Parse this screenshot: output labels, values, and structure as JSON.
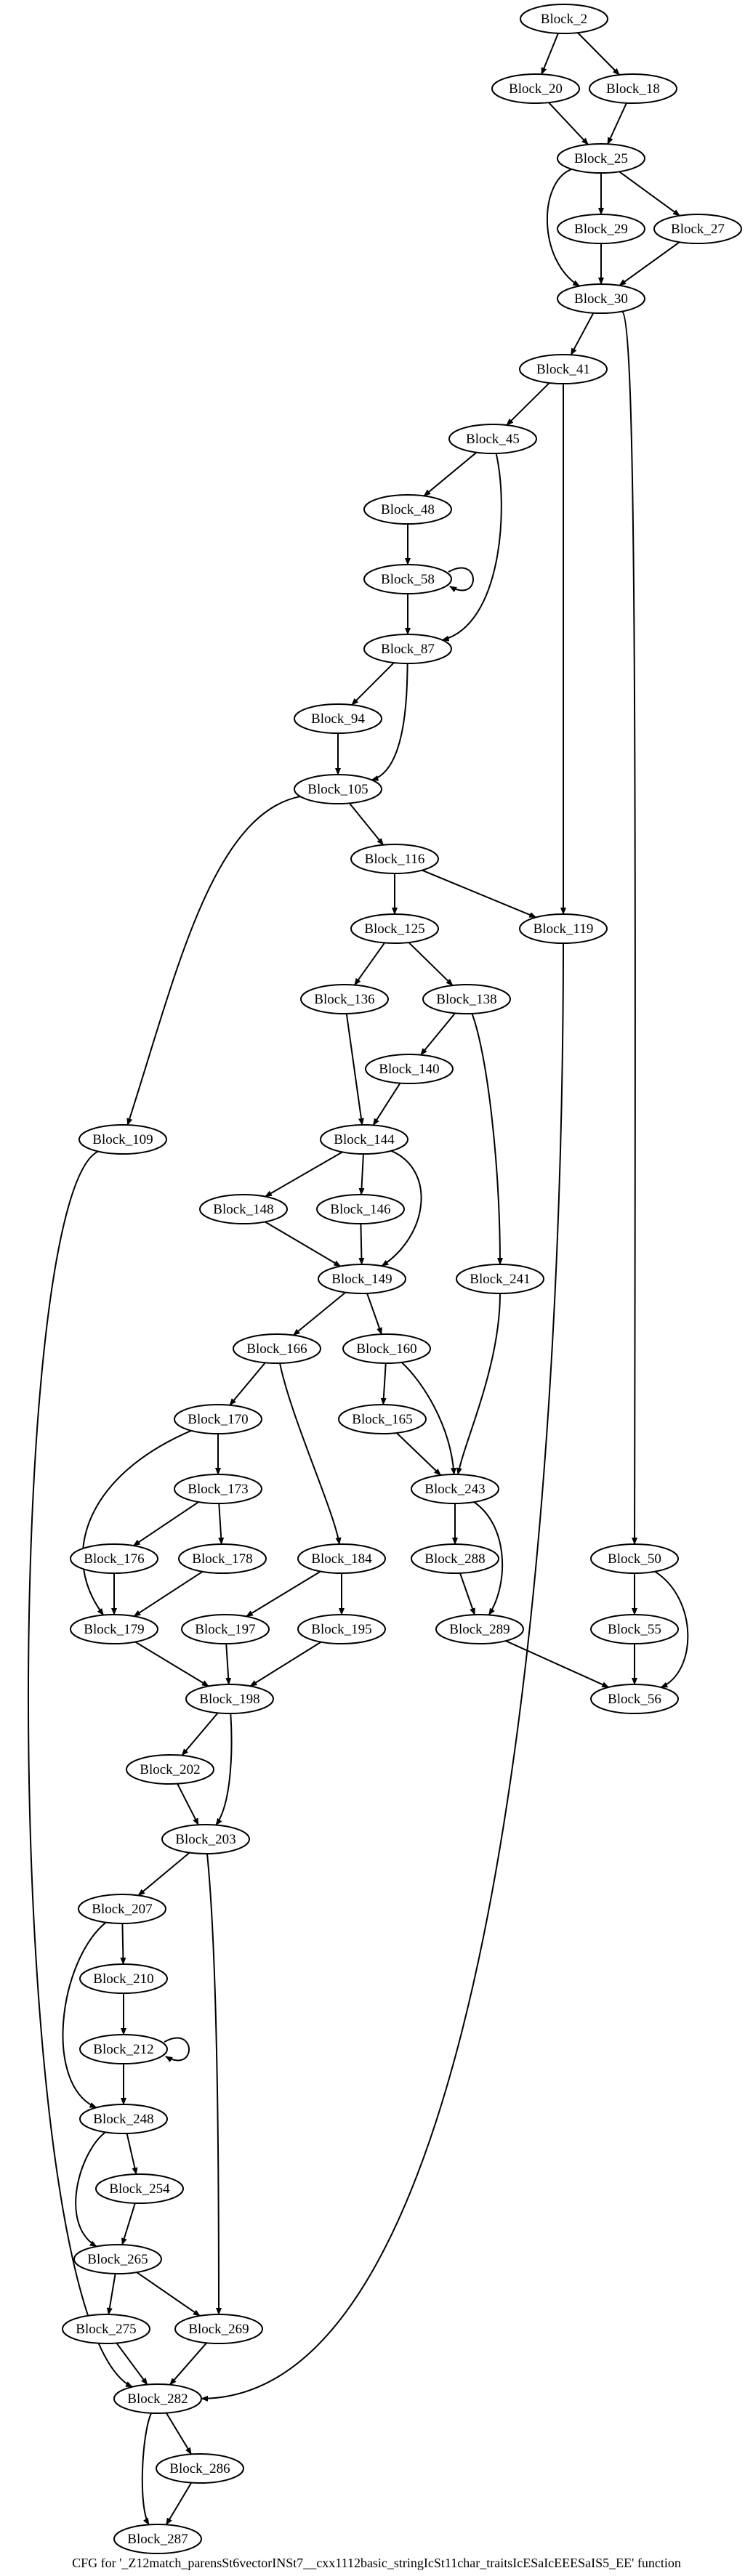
{
  "graph": {
    "caption": "CFG for '_Z12match_parensSt6vectorINSt7__cxx1112basic_stringIcSt11char_traitsIcESaIcEEESaIS5_EE' function",
    "nodes": [
      {
        "id": "2",
        "label": "Block_2"
      },
      {
        "id": "20",
        "label": "Block_20"
      },
      {
        "id": "18",
        "label": "Block_18"
      },
      {
        "id": "25",
        "label": "Block_25"
      },
      {
        "id": "29",
        "label": "Block_29"
      },
      {
        "id": "27",
        "label": "Block_27"
      },
      {
        "id": "30",
        "label": "Block_30"
      },
      {
        "id": "41",
        "label": "Block_41"
      },
      {
        "id": "45",
        "label": "Block_45"
      },
      {
        "id": "48",
        "label": "Block_48"
      },
      {
        "id": "58",
        "label": "Block_58"
      },
      {
        "id": "87",
        "label": "Block_87"
      },
      {
        "id": "94",
        "label": "Block_94"
      },
      {
        "id": "105",
        "label": "Block_105"
      },
      {
        "id": "116",
        "label": "Block_116"
      },
      {
        "id": "125",
        "label": "Block_125"
      },
      {
        "id": "119",
        "label": "Block_119"
      },
      {
        "id": "136",
        "label": "Block_136"
      },
      {
        "id": "138",
        "label": "Block_138"
      },
      {
        "id": "140",
        "label": "Block_140"
      },
      {
        "id": "109",
        "label": "Block_109"
      },
      {
        "id": "144",
        "label": "Block_144"
      },
      {
        "id": "148",
        "label": "Block_148"
      },
      {
        "id": "146",
        "label": "Block_146"
      },
      {
        "id": "149",
        "label": "Block_149"
      },
      {
        "id": "241",
        "label": "Block_241"
      },
      {
        "id": "166",
        "label": "Block_166"
      },
      {
        "id": "160",
        "label": "Block_160"
      },
      {
        "id": "170",
        "label": "Block_170"
      },
      {
        "id": "165",
        "label": "Block_165"
      },
      {
        "id": "173",
        "label": "Block_173"
      },
      {
        "id": "243",
        "label": "Block_243"
      },
      {
        "id": "176",
        "label": "Block_176"
      },
      {
        "id": "178",
        "label": "Block_178"
      },
      {
        "id": "184",
        "label": "Block_184"
      },
      {
        "id": "288",
        "label": "Block_288"
      },
      {
        "id": "50",
        "label": "Block_50"
      },
      {
        "id": "179",
        "label": "Block_179"
      },
      {
        "id": "197",
        "label": "Block_197"
      },
      {
        "id": "195",
        "label": "Block_195"
      },
      {
        "id": "289",
        "label": "Block_289"
      },
      {
        "id": "55",
        "label": "Block_55"
      },
      {
        "id": "198",
        "label": "Block_198"
      },
      {
        "id": "56",
        "label": "Block_56"
      },
      {
        "id": "202",
        "label": "Block_202"
      },
      {
        "id": "203",
        "label": "Block_203"
      },
      {
        "id": "207",
        "label": "Block_207"
      },
      {
        "id": "210",
        "label": "Block_210"
      },
      {
        "id": "212",
        "label": "Block_212"
      },
      {
        "id": "248",
        "label": "Block_248"
      },
      {
        "id": "254",
        "label": "Block_254"
      },
      {
        "id": "265",
        "label": "Block_265"
      },
      {
        "id": "275",
        "label": "Block_275"
      },
      {
        "id": "269",
        "label": "Block_269"
      },
      {
        "id": "282",
        "label": "Block_282"
      },
      {
        "id": "286",
        "label": "Block_286"
      },
      {
        "id": "287",
        "label": "Block_287"
      }
    ],
    "edges": [
      {
        "from": "2",
        "to": "20"
      },
      {
        "from": "2",
        "to": "18"
      },
      {
        "from": "20",
        "to": "25"
      },
      {
        "from": "18",
        "to": "25"
      },
      {
        "from": "25",
        "to": "30"
      },
      {
        "from": "25",
        "to": "29"
      },
      {
        "from": "25",
        "to": "27"
      },
      {
        "from": "29",
        "to": "30"
      },
      {
        "from": "27",
        "to": "30"
      },
      {
        "from": "30",
        "to": "41"
      },
      {
        "from": "30",
        "to": "50"
      },
      {
        "from": "41",
        "to": "45"
      },
      {
        "from": "41",
        "to": "119"
      },
      {
        "from": "45",
        "to": "48"
      },
      {
        "from": "45",
        "to": "87"
      },
      {
        "from": "48",
        "to": "58"
      },
      {
        "from": "58",
        "to": "58"
      },
      {
        "from": "58",
        "to": "87"
      },
      {
        "from": "87",
        "to": "94"
      },
      {
        "from": "87",
        "to": "105"
      },
      {
        "from": "94",
        "to": "105"
      },
      {
        "from": "105",
        "to": "116"
      },
      {
        "from": "105",
        "to": "109"
      },
      {
        "from": "116",
        "to": "125"
      },
      {
        "from": "116",
        "to": "119"
      },
      {
        "from": "119",
        "to": "282"
      },
      {
        "from": "125",
        "to": "136"
      },
      {
        "from": "125",
        "to": "138"
      },
      {
        "from": "136",
        "to": "144"
      },
      {
        "from": "138",
        "to": "140"
      },
      {
        "from": "138",
        "to": "241"
      },
      {
        "from": "140",
        "to": "144"
      },
      {
        "from": "109",
        "to": "282"
      },
      {
        "from": "144",
        "to": "148"
      },
      {
        "from": "144",
        "to": "146"
      },
      {
        "from": "144",
        "to": "149"
      },
      {
        "from": "148",
        "to": "149"
      },
      {
        "from": "146",
        "to": "149"
      },
      {
        "from": "149",
        "to": "166"
      },
      {
        "from": "149",
        "to": "160"
      },
      {
        "from": "241",
        "to": "243"
      },
      {
        "from": "166",
        "to": "170"
      },
      {
        "from": "166",
        "to": "184"
      },
      {
        "from": "160",
        "to": "165"
      },
      {
        "from": "160",
        "to": "243"
      },
      {
        "from": "165",
        "to": "243"
      },
      {
        "from": "170",
        "to": "179"
      },
      {
        "from": "170",
        "to": "173"
      },
      {
        "from": "173",
        "to": "176"
      },
      {
        "from": "173",
        "to": "178"
      },
      {
        "from": "176",
        "to": "179"
      },
      {
        "from": "178",
        "to": "179"
      },
      {
        "from": "184",
        "to": "197"
      },
      {
        "from": "184",
        "to": "195"
      },
      {
        "from": "243",
        "to": "288"
      },
      {
        "from": "243",
        "to": "289"
      },
      {
        "from": "288",
        "to": "289"
      },
      {
        "from": "289",
        "to": "56"
      },
      {
        "from": "50",
        "to": "55"
      },
      {
        "from": "50",
        "to": "56"
      },
      {
        "from": "55",
        "to": "56"
      },
      {
        "from": "179",
        "to": "198"
      },
      {
        "from": "197",
        "to": "198"
      },
      {
        "from": "195",
        "to": "198"
      },
      {
        "from": "198",
        "to": "202"
      },
      {
        "from": "198",
        "to": "203"
      },
      {
        "from": "202",
        "to": "203"
      },
      {
        "from": "203",
        "to": "207"
      },
      {
        "from": "203",
        "to": "269"
      },
      {
        "from": "207",
        "to": "210"
      },
      {
        "from": "207",
        "to": "248"
      },
      {
        "from": "210",
        "to": "212"
      },
      {
        "from": "212",
        "to": "212"
      },
      {
        "from": "212",
        "to": "248"
      },
      {
        "from": "248",
        "to": "254"
      },
      {
        "from": "248",
        "to": "265"
      },
      {
        "from": "254",
        "to": "265"
      },
      {
        "from": "265",
        "to": "275"
      },
      {
        "from": "265",
        "to": "269"
      },
      {
        "from": "275",
        "to": "282"
      },
      {
        "from": "269",
        "to": "282"
      },
      {
        "from": "282",
        "to": "286"
      },
      {
        "from": "282",
        "to": "287"
      },
      {
        "from": "286",
        "to": "287"
      }
    ]
  }
}
